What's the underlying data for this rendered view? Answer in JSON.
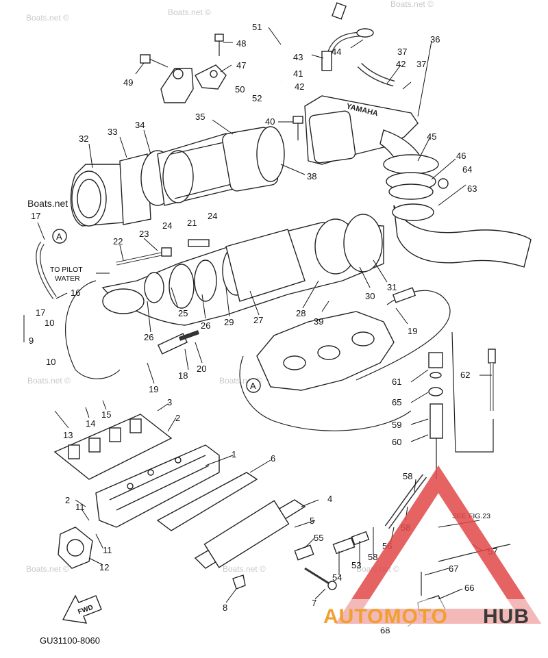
{
  "watermark": "Boats.net ©",
  "watermark_short": "Boats.net",
  "diagram_code": "GU31100-8060",
  "fwd_label": "FWD",
  "notes": {
    "pilot_water_line1": "TO PILOT",
    "pilot_water_line2": "WATER",
    "see_fig": "SEE FIG.23"
  },
  "reference_marks": [
    "A",
    "A"
  ],
  "brand_stamp": "YAMAHA",
  "logo": {
    "part1": "AUTOMOTO",
    "part2": "HUB",
    "accent_color": "#f0a030",
    "triangle_color": "#e04848"
  },
  "callouts": [
    "51",
    "48",
    "44",
    "36",
    "37",
    "37",
    "43",
    "42",
    "41",
    "42",
    "47",
    "49",
    "50",
    "52",
    "40",
    "35",
    "32",
    "33",
    "34",
    "45",
    "46",
    "64",
    "63",
    "38",
    "17",
    "22",
    "23",
    "24",
    "21",
    "24",
    "10",
    "9",
    "16",
    "17",
    "10",
    "25",
    "26",
    "26",
    "29",
    "27",
    "28",
    "30",
    "31",
    "39",
    "19",
    "18",
    "20",
    "19",
    "13",
    "14",
    "15",
    "3",
    "2",
    "1",
    "6",
    "61",
    "65",
    "59",
    "60",
    "62",
    "58",
    "58",
    "56",
    "57",
    "55",
    "54",
    "53",
    "58",
    "4",
    "5",
    "7",
    "8",
    "2",
    "11",
    "11",
    "12",
    "67",
    "66",
    "68"
  ]
}
